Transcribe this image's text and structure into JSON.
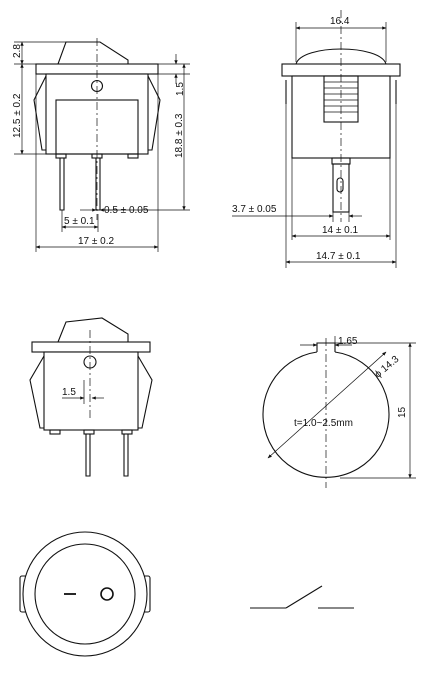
{
  "dimensions": {
    "side_cap_height": "2.8",
    "side_body_height": "12.5 ± 0.2",
    "side_total_height": "18.8 ± 0.3",
    "side_small_gap": "1.5",
    "side_pin_thickness": "0.5 ± 0.05",
    "side_pin_spacing": "5 ± 0.1",
    "side_body_width": "17 ± 0.2",
    "front_cap_width": "16.4",
    "front_pin_width": "3.7 ± 0.05",
    "front_body_width": "14 ± 0.1",
    "front_flange_width": "14.7 ± 0.1",
    "side2_offset": "1.5",
    "cutout_notch": "1.65",
    "cutout_diameter": "ϕ 14.3",
    "cutout_height": "15",
    "cutout_panel_thickness": "t=1.0~2.5mm"
  },
  "colors": {
    "line": "#111111",
    "background": "#ffffff"
  }
}
